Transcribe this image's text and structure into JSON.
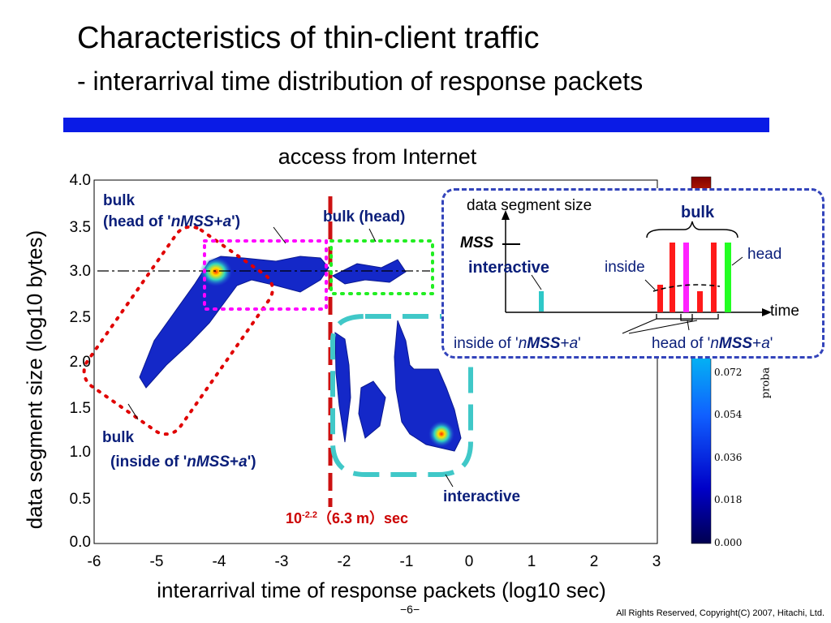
{
  "slide": {
    "title": "Characteristics of thin-client traffic",
    "subtitle": "- interarrival time distribution of response packets",
    "page_number": "−6−",
    "copyright": "All Rights Reserved, Copyright(C) 2007, Hitachi, Ltd."
  },
  "chart_data": {
    "type": "heatmap",
    "title": "access from Internet",
    "xlabel": "interarrival time of response packets (log10 sec)",
    "ylabel": "data segment size (log10 bytes)",
    "xlim": [
      -6,
      3
    ],
    "ylim": [
      0.0,
      4.0
    ],
    "x_ticks": [
      "-6",
      "-5",
      "-4",
      "-3",
      "-2",
      "-1",
      "0",
      "1",
      "2",
      "3"
    ],
    "y_ticks": [
      "0.0",
      "0.5",
      "1.0",
      "1.5",
      "2.0",
      "2.5",
      "3.0",
      "3.5",
      "4.0"
    ],
    "vline_x": -2.2,
    "hline_y": 3.0,
    "peaks": [
      {
        "x": -4.0,
        "y": 3.0,
        "level": "high"
      },
      {
        "x": -0.45,
        "y": 1.2,
        "level": "high"
      }
    ],
    "colorbar": {
      "label": "proba",
      "ticks": [
        "0.000",
        "0.018",
        "0.036",
        "0.054",
        "0.072"
      ],
      "colors": [
        "#000050",
        "#0000ff",
        "#00a0ff",
        "#40ffa0",
        "#ffff00",
        "#ff4000",
        "#800000"
      ]
    },
    "annotations": {
      "bulk_head_of": {
        "line1": "bulk",
        "line2_pre": "(head of '",
        "n": "n",
        "mss": "MSS",
        "plus": "+",
        "a": "a",
        "line2_post": "')"
      },
      "bulk_head": "bulk (head)",
      "bulk_inside": {
        "line1": "bulk",
        "line2_pre": "(inside of '",
        "n": "n",
        "mss": "MSS",
        "plus": "+",
        "a": "a",
        "line2_post": "')"
      },
      "interactive": "interactive",
      "threshold": {
        "base": "10",
        "exp": "-2.2",
        "rest": "（6.3 m）sec"
      }
    }
  },
  "inset": {
    "ylabel": "data segment size",
    "xlabel": "time",
    "mss": "MSS",
    "interactive": "interactive",
    "bulk": "bulk",
    "head": "head",
    "inside": "inside",
    "inside_of": {
      "pre": "inside of '",
      "n": "n",
      "mss": "MSS",
      "plus": "+",
      "a": "a",
      "post": "'"
    },
    "head_of": {
      "pre": "head of '",
      "n": "n",
      "mss": "MSS",
      "plus": "+",
      "a": "a",
      "post": "'"
    }
  },
  "colors": {
    "accent_bar": "#0a1be6",
    "annotation_text": "#0a1e7a",
    "threshold": "#cc0000",
    "inset_border": "#3344bb"
  }
}
